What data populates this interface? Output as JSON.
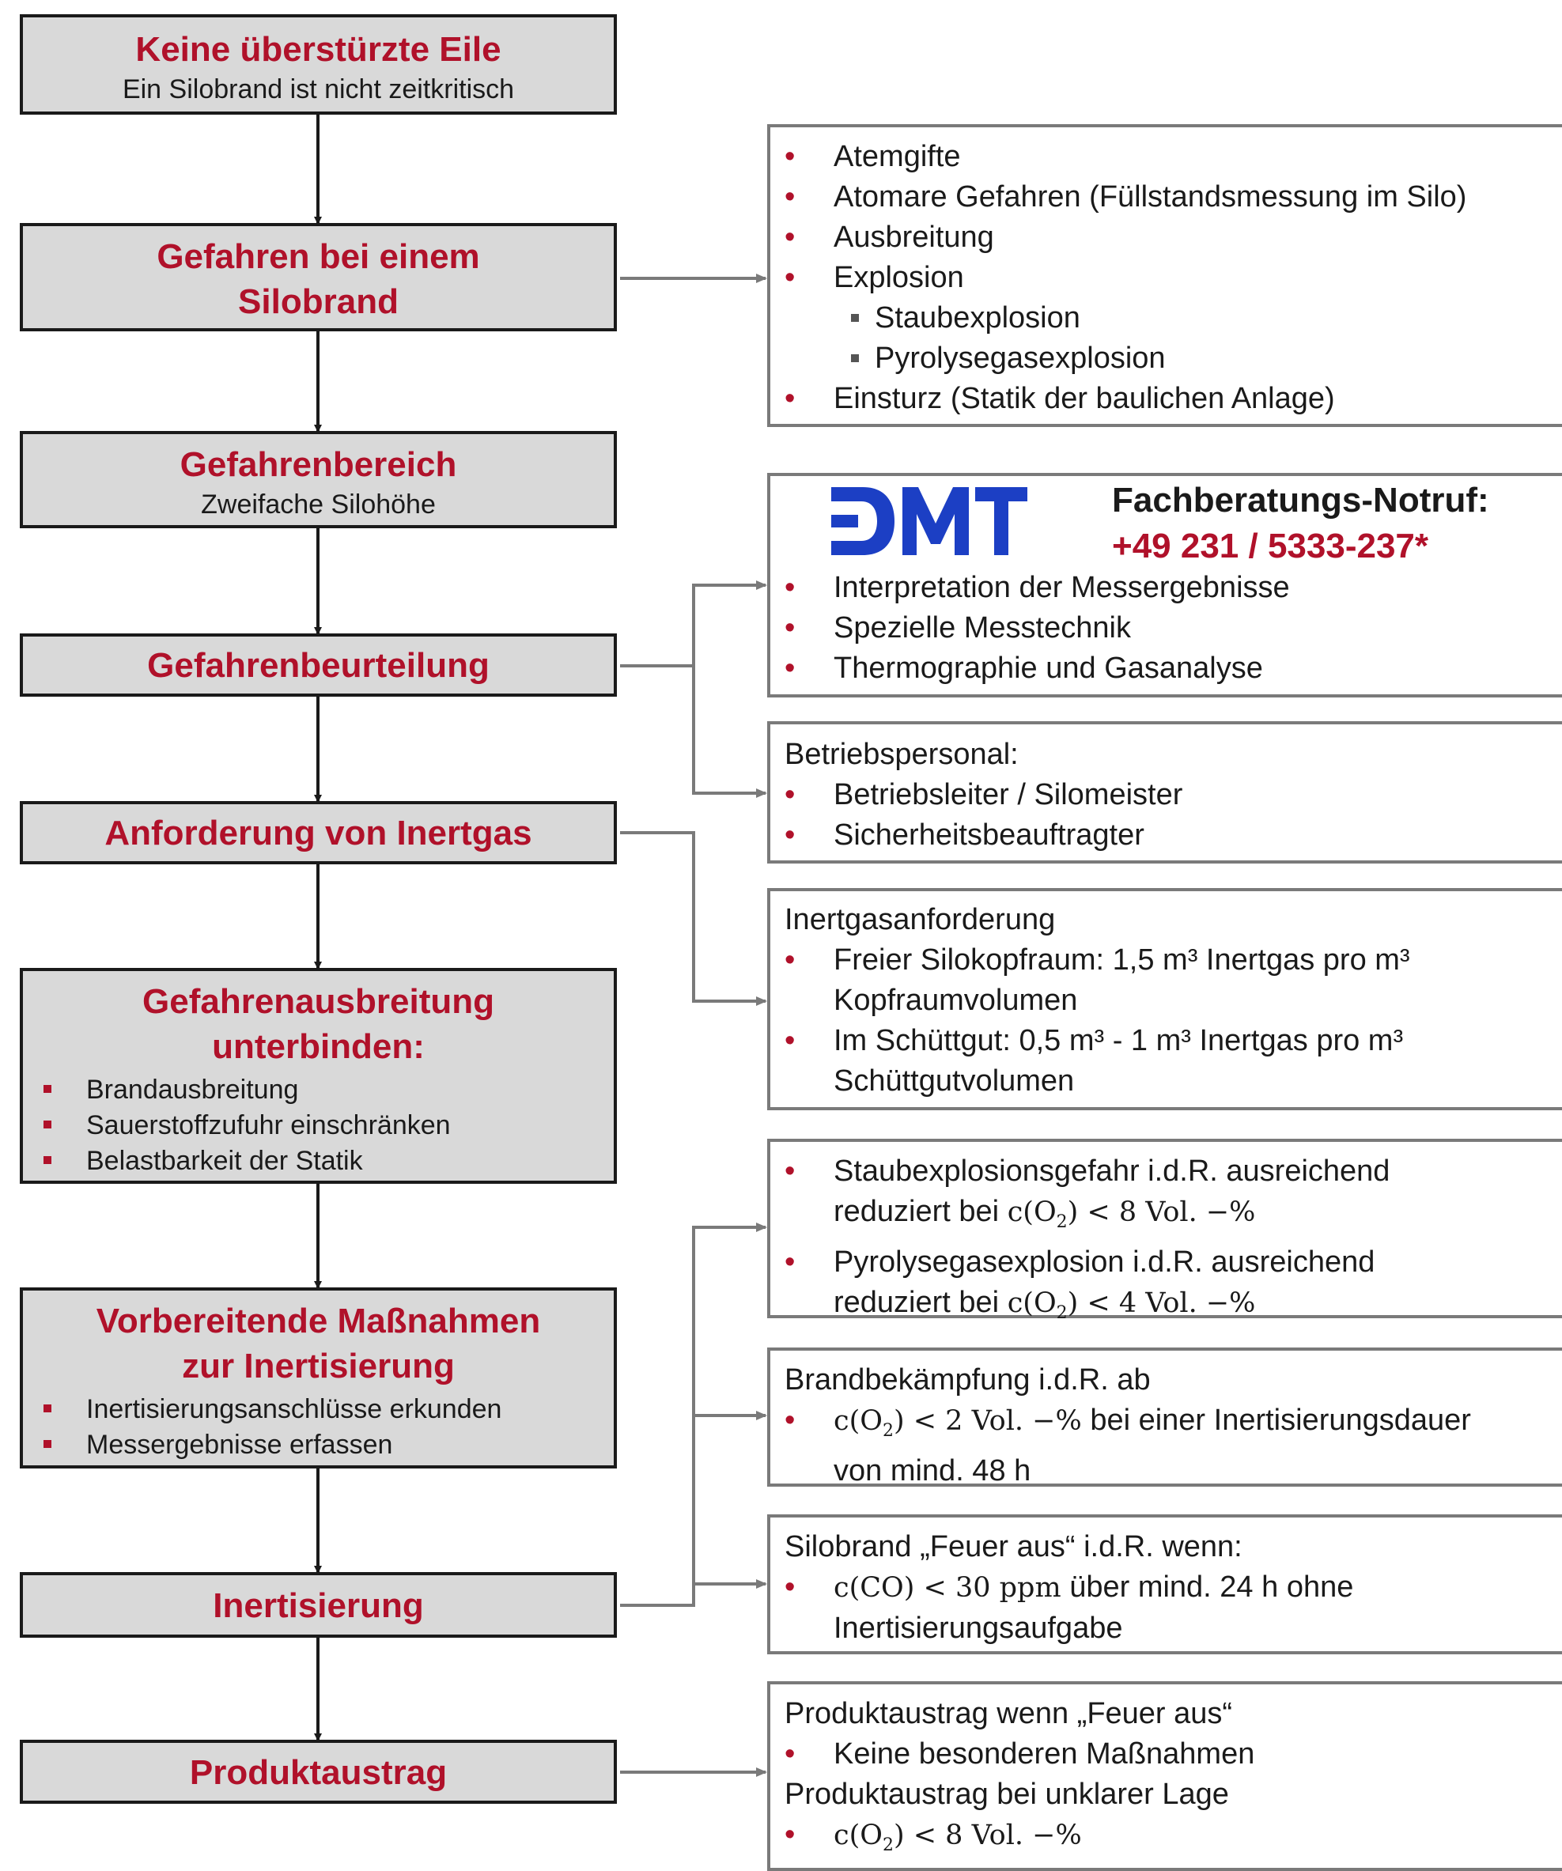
{
  "steps": {
    "s1": {
      "title": "Keine überstürzte Eile",
      "sub": "Ein Silobrand ist nicht zeitkritisch"
    },
    "s2": {
      "title1": "Gefahren bei einem",
      "title2": "Silobrand"
    },
    "s3": {
      "title": "Gefahrenbereich",
      "sub": "Zweifache Silohöhe"
    },
    "s4": {
      "title": "Gefahrenbeurteilung"
    },
    "s5": {
      "title": "Anforderung von Inertgas"
    },
    "s6": {
      "title1": "Gefahrenausbreitung",
      "title2": "unterbinden:",
      "items": [
        "Brandausbreitung",
        "Sauerstoffzufuhr einschränken",
        "Belastbarkeit der Statik"
      ]
    },
    "s7": {
      "title1": "Vorbereitende Maßnahmen",
      "title2": "zur Inertisierung",
      "items": [
        "Inertisierungsanschlüsse erkunden",
        "Messergebnisse erfassen"
      ]
    },
    "s8": {
      "title": "Inertisierung"
    },
    "s9": {
      "title": "Produktaustrag"
    }
  },
  "info": {
    "hazards": {
      "items": [
        "Atemgifte",
        "Atomare Gefahren (Füllstandsmessung im Silo)",
        "Ausbreitung",
        "Explosion",
        "Einsturz (Statik der baulichen Anlage)"
      ],
      "subitems": [
        "Staubexplosion",
        "Pyrolysegasexplosion"
      ]
    },
    "dmt": {
      "logo_text": "DMT",
      "heading": "Fachberatungs-Notruf:",
      "phone": "+49 231 / 5333-237*",
      "items": [
        "Interpretation der Messergebnisse",
        "Spezielle Messtechnik",
        "Thermographie und Gasanalyse"
      ]
    },
    "staff": {
      "intro": "Betriebspersonal:",
      "items": [
        "Betriebsleiter / Silomeister",
        "Sicherheitsbeauftragter"
      ]
    },
    "inertgas": {
      "intro": "Inertgasanforderung",
      "i1a": "Freier Silokopfraum: 1,5 m³ Inertgas pro m³",
      "i1b": "Kopfraumvolumen",
      "i2a": "Im Schüttgut: 0,5 m³ - 1 m³ Inertgas pro m³",
      "i2b": "Schüttgutvolumen"
    },
    "explosion": {
      "i1a": "Staubexplosionsgefahr i.d.R. ausreichend",
      "i1b": "reduziert bei",
      "i1m": "< 8 Vol. −%",
      "i2a": "Pyrolysegasexplosion i.d.R. ausreichend",
      "i2b": "reduziert bei",
      "i2m": "< 4 Vol. −%"
    },
    "fight": {
      "intro": "Brandbekämpfung i.d.R. ab",
      "m": "< 2 Vol. −%",
      "t1": "bei einer Inertisierungsdauer",
      "t2": "von mind. 48 h"
    },
    "fireout": {
      "intro": "Silobrand „Feuer aus“ i.d.R. wenn:",
      "m": "< 30 ppm",
      "t1": "über mind. 24 h ohne",
      "t2": "Inertisierungsaufgabe"
    },
    "discharge": {
      "intro1": "Produktaustrag wenn „Feuer aus“",
      "item1": "Keine besonderen Maßnahmen",
      "intro2": "Produktaustrag bei unklarer Lage",
      "m": "< 8 Vol. −%"
    }
  },
  "colors": {
    "accent": "#b0112a",
    "box_fill": "#d9d9d9",
    "info_border": "#7a7a7a",
    "dmt_blue": "#1c3fc4"
  }
}
